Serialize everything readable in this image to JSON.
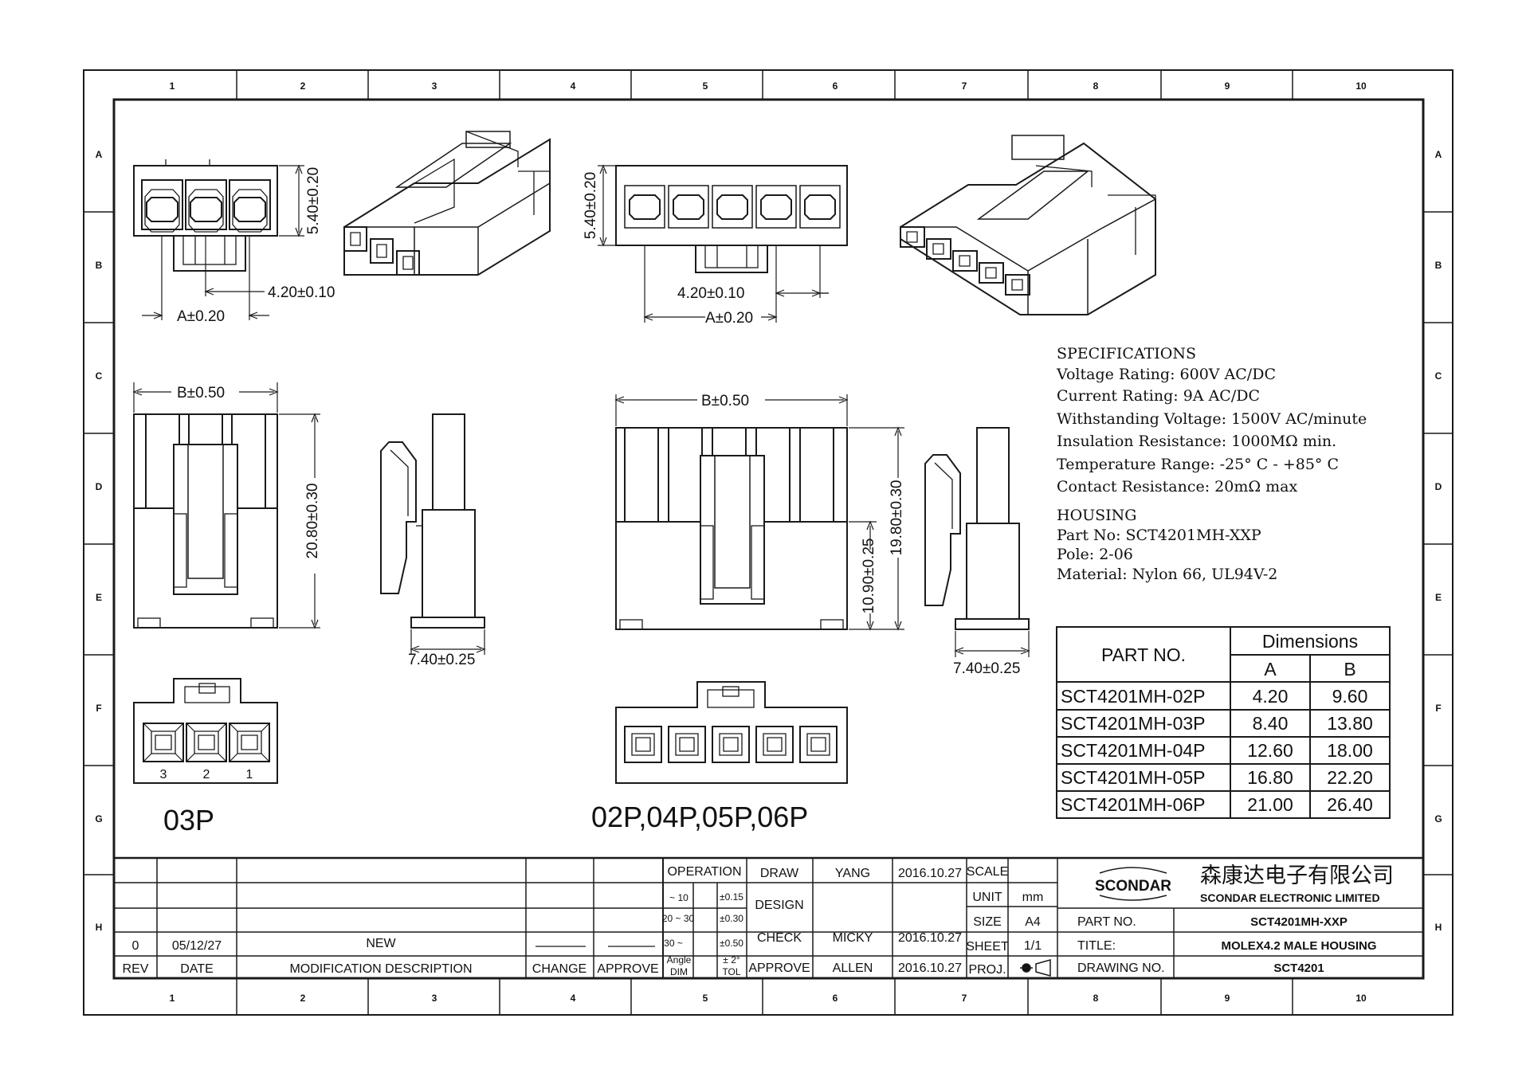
{
  "zones": {
    "columns": [
      "1",
      "2",
      "3",
      "4",
      "5",
      "6",
      "7",
      "8",
      "9",
      "10"
    ],
    "rows": [
      "A",
      "B",
      "C",
      "D",
      "E",
      "F",
      "G",
      "H"
    ]
  },
  "dimensions": {
    "height_540": "5.40±0.20",
    "pitch_420": "4.20±0.10",
    "a_020": "A±0.20",
    "b_050": "B±0.50",
    "height_2080": "20.80±0.30",
    "height_1980": "19.80±0.30",
    "height_1090": "10.90±0.25",
    "width_740": "7.40±0.25"
  },
  "view_labels": {
    "three_pin": "03P",
    "others": "02P,04P,05P,06P",
    "pin_numbers": [
      "3",
      "2",
      "1"
    ]
  },
  "specifications": {
    "title": "SPECIFICATIONS",
    "voltage": "Voltage Rating: 600V AC/DC",
    "current": "Current Rating: 9A AC/DC",
    "withstanding": "Withstanding Voltage: 1500V AC/minute",
    "insulation": "Insulation Resistance: 1000MΩ min.",
    "temperature": "Temperature Range: -25° C - +85° C",
    "contact": "Contact Resistance: 20mΩ max"
  },
  "housing": {
    "title": "HOUSING",
    "part_no": "Part No:  SCT4201MH-XXP",
    "pole": "Pole:  2-06",
    "material": "Material: Nylon 66, UL94V-2"
  },
  "dim_table": {
    "part_no_header": "PART  NO.",
    "dimensions_header": "Dimensions",
    "col_a": "A",
    "col_b": "B",
    "rows": [
      {
        "part": "SCT4201MH-02P",
        "a": "4.20",
        "b": "9.60"
      },
      {
        "part": "SCT4201MH-03P",
        "a": "8.40",
        "b": "13.80"
      },
      {
        "part": "SCT4201MH-04P",
        "a": "12.60",
        "b": "18.00"
      },
      {
        "part": "SCT4201MH-05P",
        "a": "16.80",
        "b": "22.20"
      },
      {
        "part": "SCT4201MH-06P",
        "a": "21.00",
        "b": "26.40"
      }
    ]
  },
  "revision": {
    "rev_value": "0",
    "date_value": "05/12/27",
    "desc_value": "NEW",
    "rev_label": "REV",
    "date_label": "DATE",
    "desc_label": "MODIFICATION  DESCRIPTION",
    "change_label": "CHANGE",
    "approve_label": "APPROVE"
  },
  "tolerance": {
    "operation": "OPERATION",
    "r1_range": "~  10",
    "r1_tol": "±0.15",
    "r2_range": "20  ~  30",
    "r2_tol": "±0.30",
    "r3_range": "30  ~",
    "r3_tol": "±0.50",
    "angle": "Angle",
    "angle_tol": "±  2°",
    "dim": "DIM",
    "tol": "TOL"
  },
  "signoff": {
    "draw": "DRAW",
    "draw_name": "YANG",
    "draw_date": "2016.10.27",
    "design": "DESIGN",
    "check": "CHECK",
    "check_name": "MICKY",
    "check_date": "2016.10.27",
    "approve": "APPROVE",
    "approve_name": "ALLEN",
    "approve_date": "2016.10.27"
  },
  "sheet_info": {
    "scale": "SCALE",
    "unit": "UNIT",
    "unit_value": "mm",
    "size": "SIZE",
    "size_value": "A4",
    "sheet": "SHEET",
    "sheet_value": "1/1",
    "proj": "PROJ."
  },
  "company": {
    "logo": "SCONDAR",
    "name_cn": "森康达电子有限公司",
    "name_en": "SCONDAR  ELECTRONIC  LIMITED"
  },
  "title_block": {
    "part_no_label": "PART  NO.",
    "part_no_value": "SCT4201MH-XXP",
    "title_label": "TITLE:",
    "title_value": "MOLEX4.2  MALE  HOUSING",
    "drawing_no_label": "DRAWING  NO.",
    "drawing_no_value": "SCT4201"
  }
}
